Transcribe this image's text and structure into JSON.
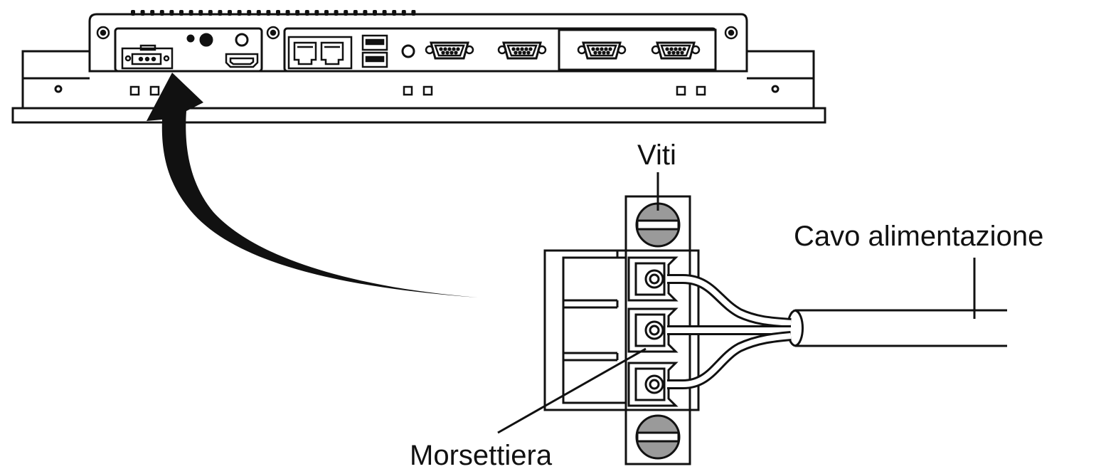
{
  "labels": {
    "screws": "Viti",
    "power_cable": "Cavo alimentazione",
    "terminal_block": "Morsettiera"
  },
  "colors": {
    "ink": "#111111",
    "screw_fill": "#9a9a9a",
    "background": "#ffffff"
  },
  "panel": {
    "vent_count": 30,
    "ports": [
      "power-terminal",
      "led",
      "power-button",
      "hdmi",
      "lan-1",
      "lan-2",
      "usb-1",
      "usb-2",
      "audio",
      "com-1",
      "com-2",
      "com-3",
      "com-4"
    ]
  },
  "terminal": {
    "screw_count": 2,
    "wire_count": 3
  }
}
